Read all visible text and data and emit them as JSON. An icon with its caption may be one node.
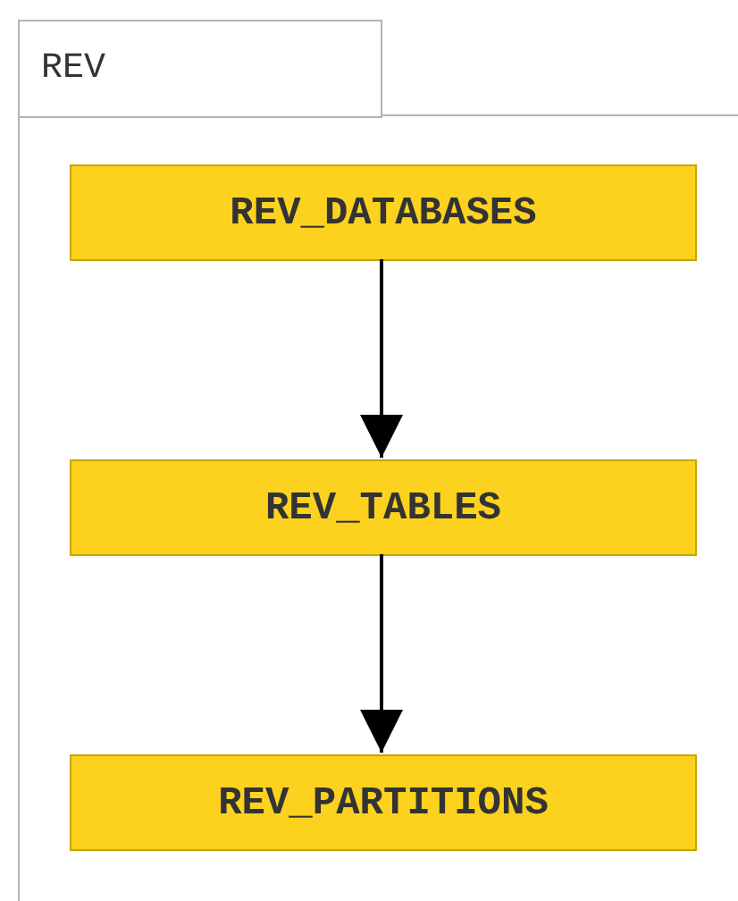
{
  "diagram": {
    "nodes": [
      {
        "text": [
          "REV"
        ]
      },
      {
        "text": [
          "REV_DATABASES"
        ],
        "in": 0
      },
      {
        "text": [
          "REV_TABLES"
        ],
        "in": 0
      },
      {
        "text": [
          "REV_PARTITIONS"
        ],
        "in": 0
      }
    ],
    "edges": [
      {
        "from": 1,
        "to": 2,
        "arrow": "to"
      },
      {
        "from": 2,
        "to": 3,
        "arrow": "to"
      }
    ]
  }
}
